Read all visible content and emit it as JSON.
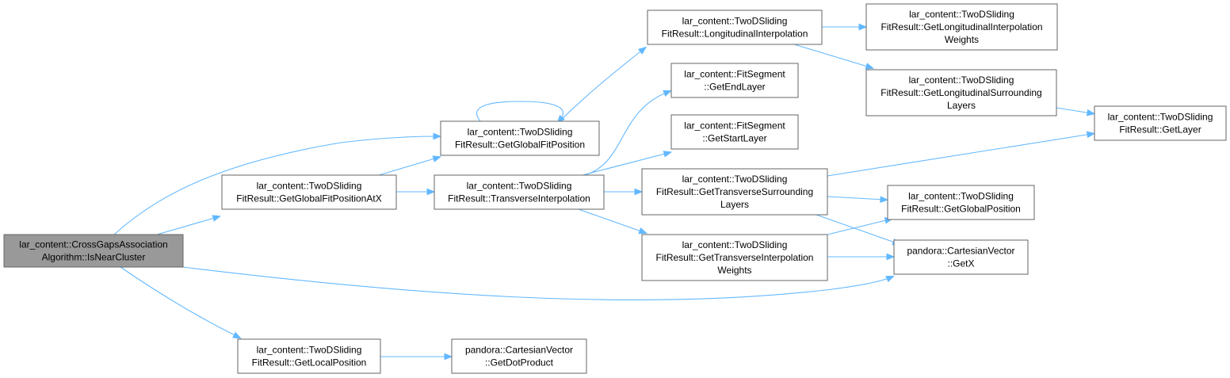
{
  "colors": {
    "edge": "#63b8ff",
    "root_fill": "#999999",
    "node_fill": "#ffffff",
    "border": "#666666"
  },
  "nodes": [
    {
      "id": "isnear",
      "lines": [
        "lar_content::CrossGapsAssociation",
        "Algorithm::IsNearCluster"
      ],
      "root": true
    },
    {
      "id": "gfpax",
      "lines": [
        "lar_content::TwoDSliding",
        "FitResult::GetGlobalFitPositionAtX"
      ]
    },
    {
      "id": "gfp",
      "lines": [
        "lar_content::TwoDSliding",
        "FitResult::GetGlobalFitPosition"
      ]
    },
    {
      "id": "li",
      "lines": [
        "lar_content::TwoDSliding",
        "FitResult::LongitudinalInterpolation"
      ]
    },
    {
      "id": "liw",
      "lines": [
        "lar_content::TwoDSliding",
        "FitResult::GetLongitudinalInterpolation",
        "Weights"
      ]
    },
    {
      "id": "lsl",
      "lines": [
        "lar_content::TwoDSliding",
        "FitResult::GetLongitudinalSurrounding",
        "Layers"
      ]
    },
    {
      "id": "gl",
      "lines": [
        "lar_content::TwoDSliding",
        "FitResult::GetLayer"
      ]
    },
    {
      "id": "gel",
      "lines": [
        "lar_content::FitSegment",
        "::GetEndLayer"
      ]
    },
    {
      "id": "gsl",
      "lines": [
        "lar_content::FitSegment",
        "::GetStartLayer"
      ]
    },
    {
      "id": "ti",
      "lines": [
        "lar_content::TwoDSliding",
        "FitResult::TransverseInterpolation"
      ]
    },
    {
      "id": "tsl",
      "lines": [
        "lar_content::TwoDSliding",
        "FitResult::GetTransverseSurrounding",
        "Layers"
      ]
    },
    {
      "id": "gp",
      "lines": [
        "lar_content::TwoDSliding",
        "FitResult::GetGlobalPosition"
      ]
    },
    {
      "id": "tiw",
      "lines": [
        "lar_content::TwoDSliding",
        "FitResult::GetTransverseInterpolation",
        "Weights"
      ]
    },
    {
      "id": "getx",
      "lines": [
        "pandora::CartesianVector",
        "::GetX"
      ]
    },
    {
      "id": "glp",
      "lines": [
        "lar_content::TwoDSliding",
        "FitResult::GetLocalPosition"
      ]
    },
    {
      "id": "gdp",
      "lines": [
        "pandora::CartesianVector",
        "::GetDotProduct"
      ]
    }
  ],
  "edges": [
    {
      "from": "isnear",
      "to": "gfp"
    },
    {
      "from": "isnear",
      "to": "gfpax"
    },
    {
      "from": "isnear",
      "to": "getx"
    },
    {
      "from": "isnear",
      "to": "glp"
    },
    {
      "from": "gfpax",
      "to": "gfp"
    },
    {
      "from": "gfpax",
      "to": "ti"
    },
    {
      "from": "gfp",
      "to": "gfp"
    },
    {
      "from": "gfp",
      "to": "li"
    },
    {
      "from": "li",
      "to": "liw"
    },
    {
      "from": "li",
      "to": "lsl"
    },
    {
      "from": "lsl",
      "to": "gl"
    },
    {
      "from": "ti",
      "to": "gel"
    },
    {
      "from": "ti",
      "to": "gsl"
    },
    {
      "from": "ti",
      "to": "tsl"
    },
    {
      "from": "ti",
      "to": "tiw"
    },
    {
      "from": "tsl",
      "to": "gl"
    },
    {
      "from": "tsl",
      "to": "gp"
    },
    {
      "from": "tsl",
      "to": "getx"
    },
    {
      "from": "tiw",
      "to": "gp"
    },
    {
      "from": "tiw",
      "to": "getx"
    },
    {
      "from": "glp",
      "to": "gdp"
    }
  ]
}
